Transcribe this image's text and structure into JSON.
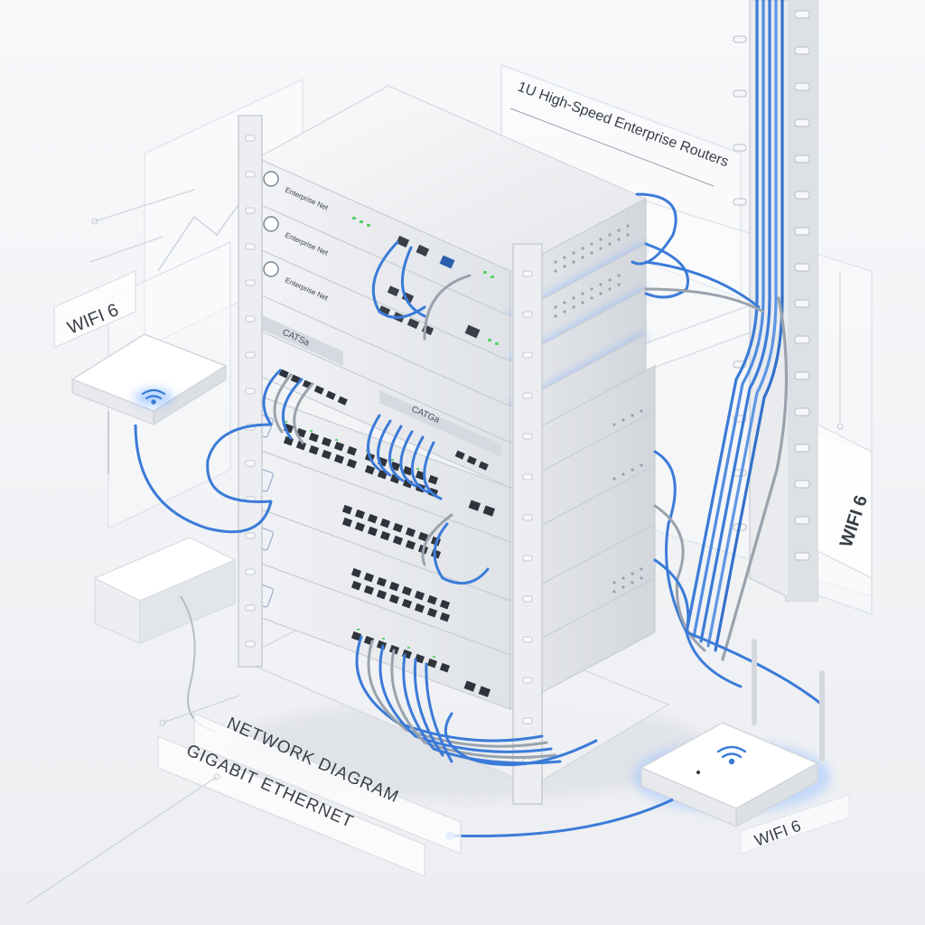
{
  "labels": {
    "routers_callout": "1U High-Speed Enterprise Routers",
    "wifi_left": "WIFI 6",
    "wifi_right_vertical": "WIFI 6",
    "wifi_bottom": "WIFI 6",
    "network_diagram": "NETWORK DIAGRAM",
    "gigabit_ethernet": "GIGABIT ETHERNET"
  },
  "routers": [
    {
      "brand": "Enterprise Net"
    },
    {
      "brand": "Enterprise Net"
    },
    {
      "brand": "Enterprise Net"
    }
  ],
  "switches": [
    {
      "label": "CATSa"
    },
    {
      "label": "CATGa"
    }
  ],
  "colors": {
    "cable_blue": "#3b7bd8",
    "cable_gray": "#9aa3ad",
    "led_green": "#5ad36b",
    "glow": "#7fb2ff",
    "device_body": "#eceef2",
    "text_dark": "#3a3f47"
  }
}
